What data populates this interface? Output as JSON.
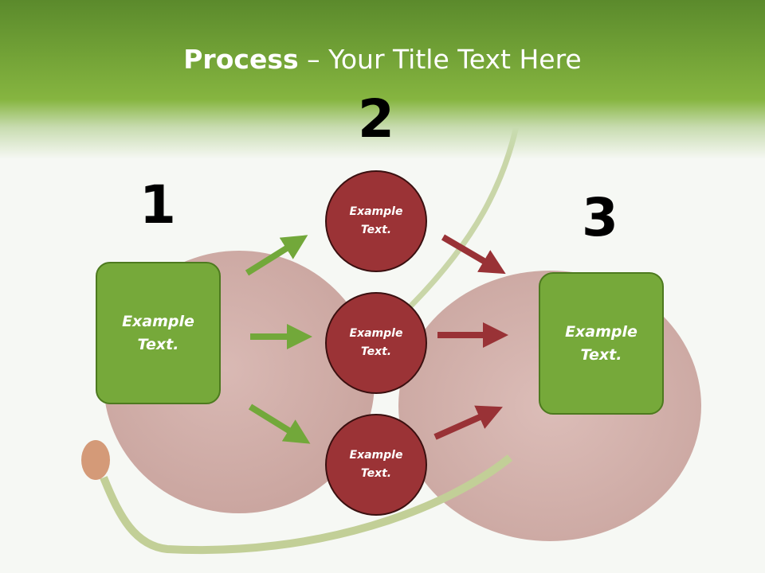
{
  "title": {
    "strong": "Process",
    "rest": " – Your Title Text Here"
  },
  "steps": [
    {
      "number": "1",
      "label": "Example\nText."
    },
    {
      "number": "2",
      "labels": [
        "Example\nText.",
        "Example\nText.",
        "Example\nText."
      ]
    },
    {
      "number": "3",
      "label": "Example\nText."
    }
  ],
  "icons": [
    "cherries-background-image",
    "arrow-right-icon"
  ],
  "colors": {
    "header_green": "#6f9f35",
    "box_green": "#76a93a",
    "circle_red": "#9b3336",
    "green_arrow": "#72a83a",
    "red_arrow": "#993236"
  }
}
